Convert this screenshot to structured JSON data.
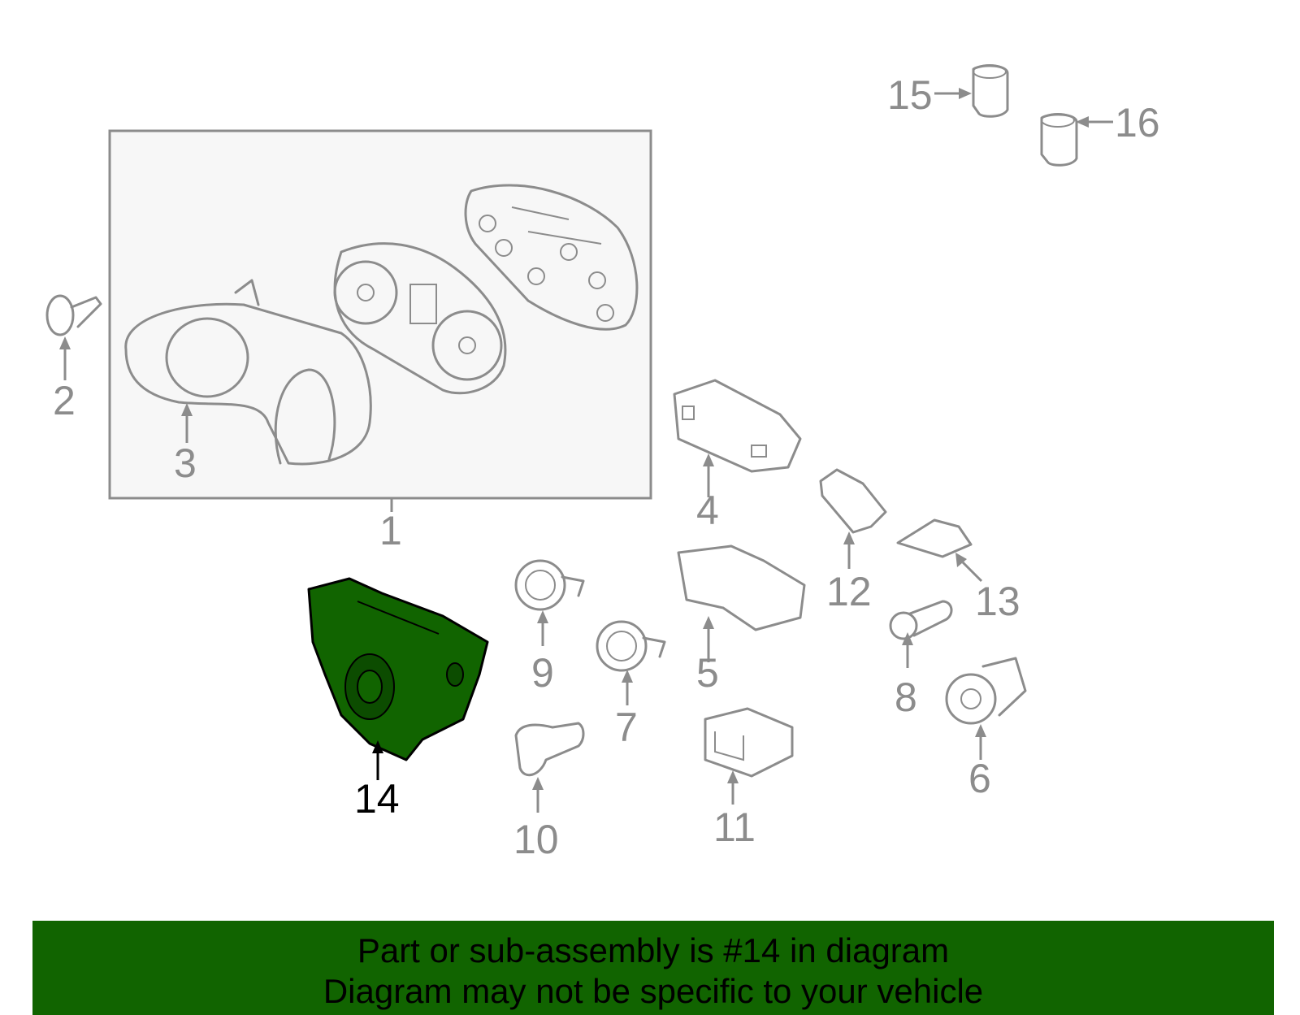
{
  "callouts": [
    "1",
    "2",
    "3",
    "4",
    "5",
    "6",
    "7",
    "8",
    "9",
    "10",
    "11",
    "12",
    "13",
    "14",
    "15",
    "16"
  ],
  "highlighted_part": "14",
  "colors": {
    "highlight": "#116400",
    "line": "#8c8c8c",
    "banner": "#116400",
    "box_fill": "#f7f7f7"
  },
  "banner": {
    "line1": "Part or sub-assembly is #14 in diagram",
    "line2": "Diagram may not be specific to your vehicle"
  }
}
